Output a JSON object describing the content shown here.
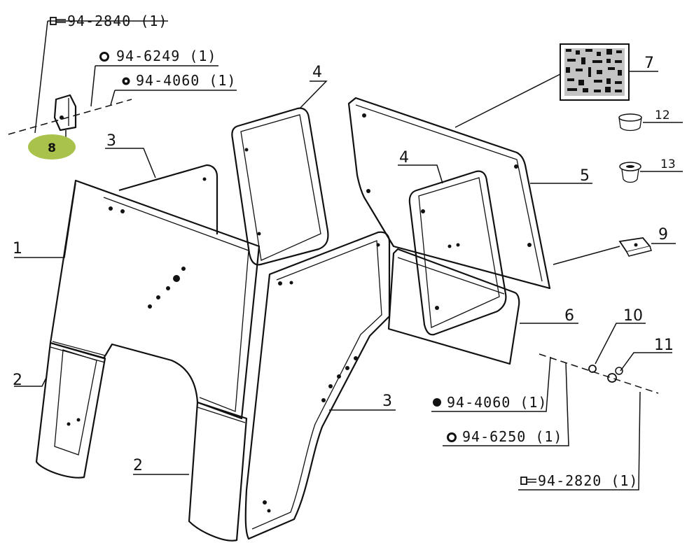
{
  "colors": {
    "line": "#111111",
    "highlight": "#a9c24c",
    "background": "#ffffff"
  },
  "callouts": {
    "c1": "1",
    "c2a": "2",
    "c2b": "2",
    "c3a": "3",
    "c3b": "3",
    "c4a": "4",
    "c4b": "4",
    "c5": "5",
    "c6": "6",
    "c7": "7",
    "c8": "8",
    "c9": "9",
    "c10": "10",
    "c11": "11",
    "c12": "12",
    "c13": "13"
  },
  "hardware_top": [
    {
      "icon": "bolt-icon",
      "text": "94-2840 (1)"
    },
    {
      "icon": "washer-icon",
      "text": "94-6249 (1)"
    },
    {
      "icon": "nut-icon",
      "text": "94-4060 (1)"
    }
  ],
  "hardware_bottom": [
    {
      "icon": "nut-icon",
      "text": "94-4060 (1)"
    },
    {
      "icon": "washer-icon",
      "text": "94-6250 (1)"
    },
    {
      "icon": "bolt-icon",
      "text": "94-2820 (1)"
    }
  ]
}
